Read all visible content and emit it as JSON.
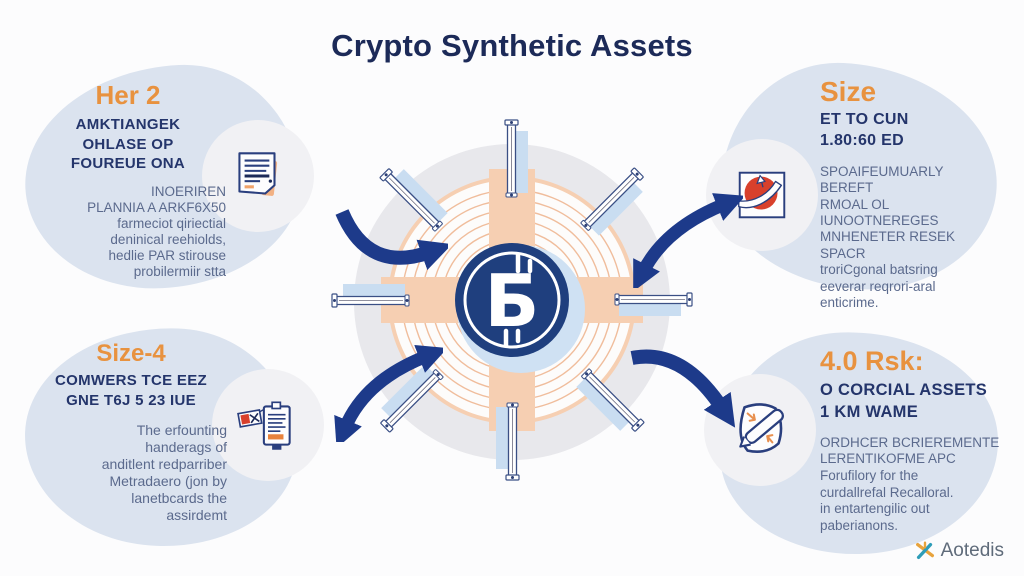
{
  "title": "Crypto Synthetic Assets",
  "quadrants": {
    "top_left": {
      "heading": "Her 2",
      "subheading": "AMKTIANGEK\nOHLASE OP\nFOUREUE ONA",
      "body": "INOERIREN\nPLANNIA A ARKF6X50\nfarmeciot qiriectial\ndeninical reehiolds,\nhedlie PAR stirouse\nprobilermiir stta",
      "icon": "document-icon"
    },
    "top_right": {
      "heading": "Size",
      "subheading": "ET TO CUN\n1.80:60 ED",
      "body": "SPOAIFEUMUARLY BEREFT\nRMOAL OL IUNOOTNEREGES\nMNHENETER RESEK SPACR\ntroriCgonal batsring\neeverar reqrori-aral\nenticrime.",
      "icon": "red-circle-chart-icon"
    },
    "bottom_left": {
      "heading": "Size-4",
      "subheading": "COMWERS TCE EEZ\nGNE T6J 5 23 IUE",
      "body": "The erfounting\nhanderags of\nanditlent redparriber\nMetradaero (jon by\nlanetbcards the\nassirdemt",
      "icon": "clipboard-tag-icon"
    },
    "bottom_right": {
      "heading": "4.0 Rsk:",
      "subheading": "O CORCIAL ASSETS\n1 KM WAME",
      "body": "ORDHCER BCRIEREMENTE\nLERENTIKOFME APC\nForufilory for the\ncurdallrefal Recalloral.\nin entartengilic out\npaberianons.",
      "icon": "document-pencil-icon"
    }
  },
  "center": {
    "currency_symbol": "Б",
    "icon": "bitcoin-coin-icon"
  },
  "footer": {
    "brand": "Aotedis"
  },
  "colors": {
    "accent_orange": "#E8923F",
    "title_navy": "#1C2A58",
    "subheading_navy": "#24356B",
    "body_text": "#5B6A8D",
    "blob_blue": "#DBE3EF",
    "coin_navy": "#1F3F7E",
    "peach_band": "#F6CFB2",
    "ring_peach": "#F0BD9C",
    "arrow_navy": "#1D3A8A",
    "spoke_shadow_blue": "#C9DDF1",
    "icon_red": "#D8402C"
  }
}
